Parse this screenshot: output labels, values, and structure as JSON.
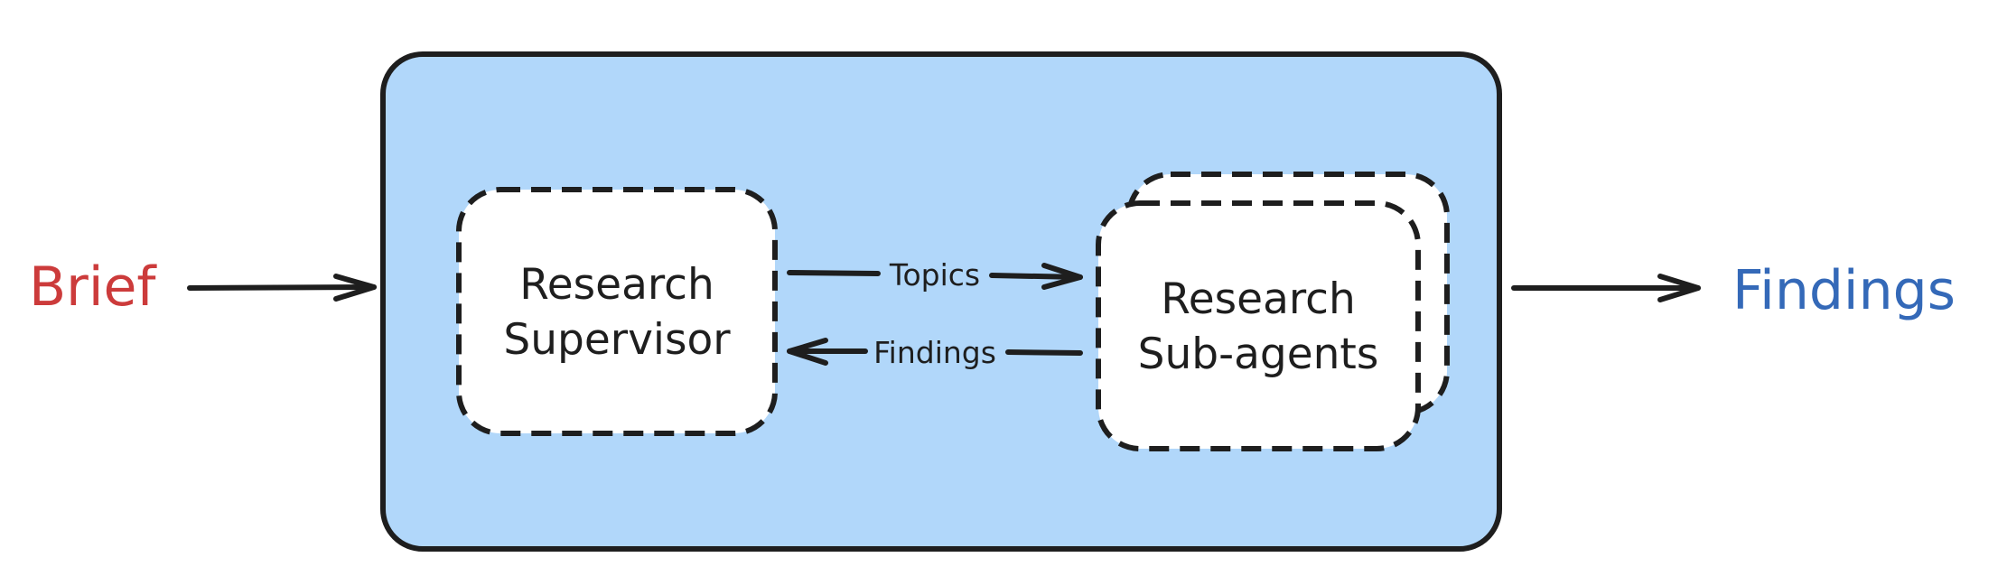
{
  "input": {
    "label": "Brief"
  },
  "output": {
    "label": "Findings"
  },
  "nodes": {
    "supervisor": {
      "line1": "Research",
      "line2": "Supervisor"
    },
    "subagents": {
      "line1": "Research",
      "line2": "Sub-agents"
    }
  },
  "edges": {
    "topics": {
      "label": "Topics"
    },
    "findings": {
      "label": "Findings"
    }
  },
  "colors": {
    "container_fill": "#b1d7fa",
    "stroke": "#1e1e1e",
    "input_text": "#cc3b3b",
    "output_text": "#3469b8"
  }
}
